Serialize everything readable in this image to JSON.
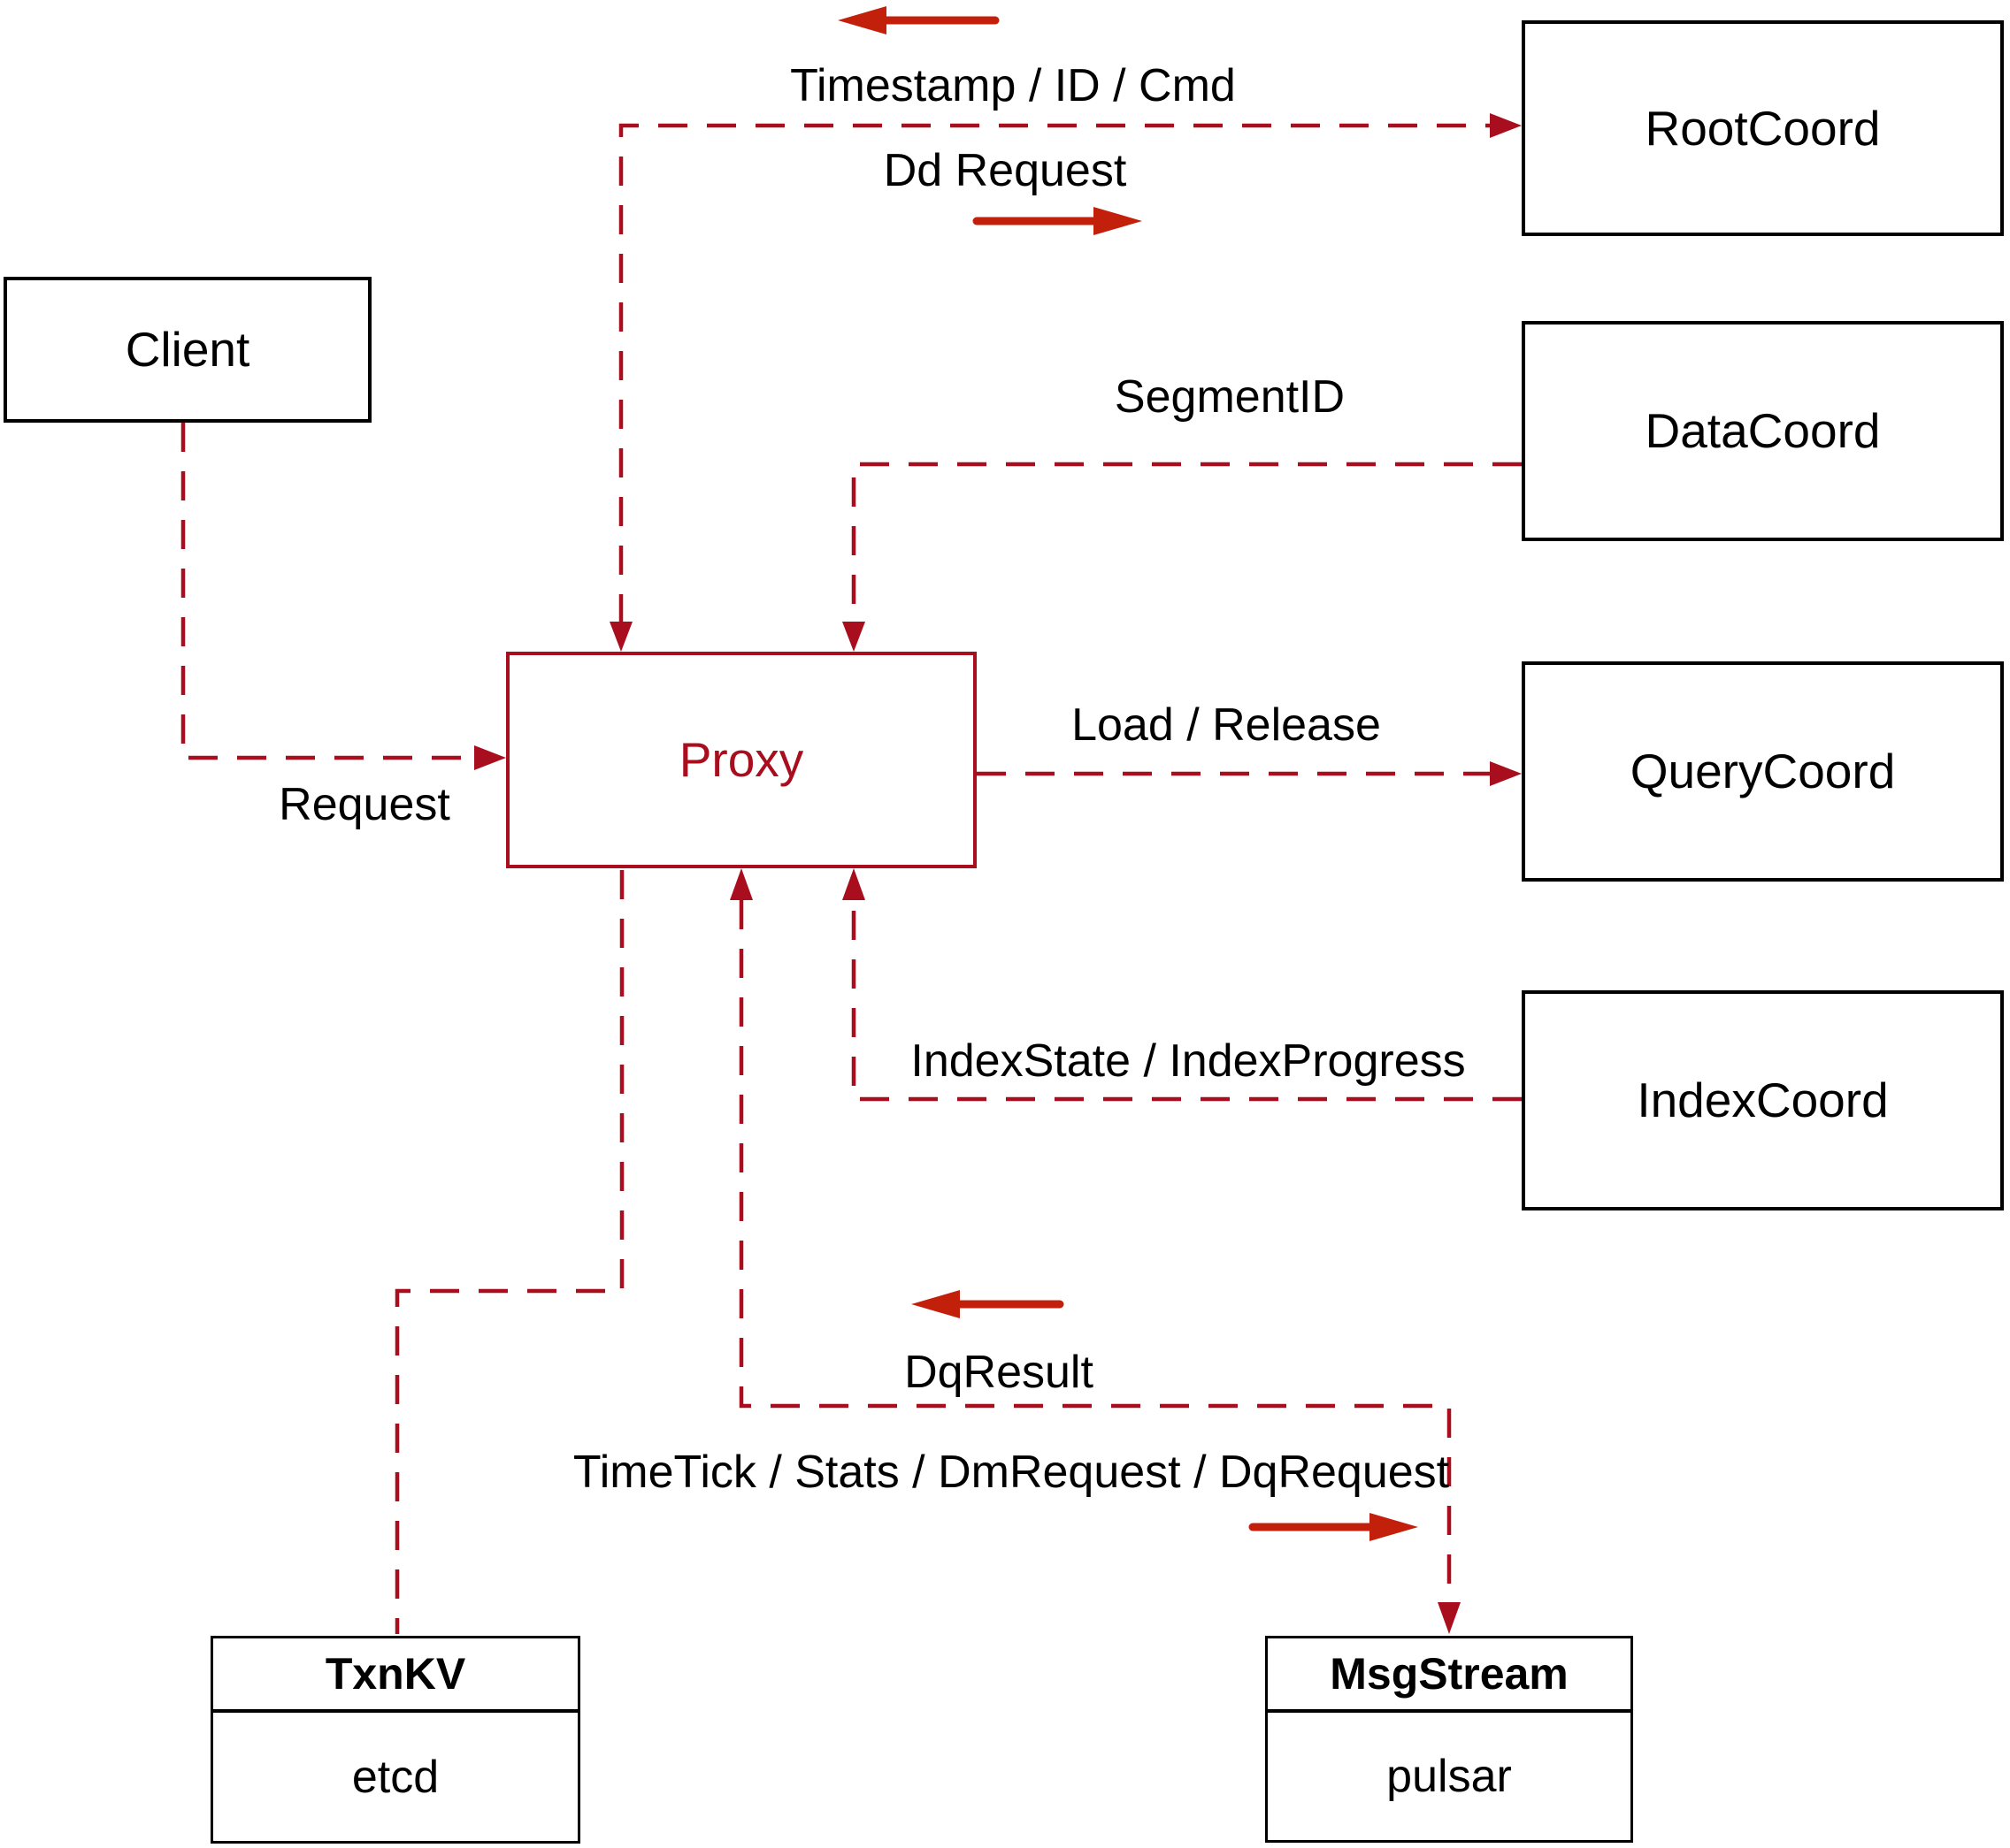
{
  "colors": {
    "line-red": "#a80e1e",
    "arrow-red": "#c3200c",
    "box-black": "#000000",
    "text-black": "#000000",
    "bg": "#ffffff"
  },
  "nodes": {
    "client": {
      "label": "Client"
    },
    "proxy": {
      "label": "Proxy"
    },
    "rootcoord": {
      "label": "RootCoord"
    },
    "datacoord": {
      "label": "DataCoord"
    },
    "querycoord": {
      "label": "QueryCoord"
    },
    "indexcoord": {
      "label": "IndexCoord"
    },
    "txnkv": {
      "title": "TxnKV",
      "body": "etcd"
    },
    "msgstream": {
      "title": "MsgStream",
      "body": "pulsar"
    }
  },
  "edge_labels": {
    "timestamp_id_cmd": "Timestamp / ID / Cmd",
    "dd_request": "Dd Request",
    "segment_id": "SegmentID",
    "load_release": "Load / Release",
    "request": "Request",
    "index_state": "IndexState / IndexProgress",
    "dq_result": "DqResult",
    "time_tick": "TimeTick / Stats / DmRequest / DqRequest"
  }
}
